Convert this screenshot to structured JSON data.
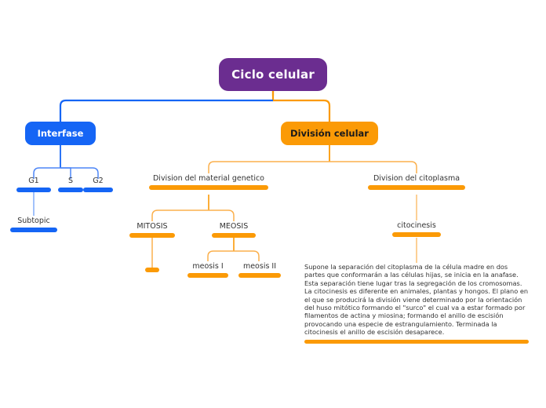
{
  "map": {
    "root": {
      "label": "Ciclo celular",
      "color": "#6b2d90",
      "text_color": "#ffffff"
    },
    "branch_blue": {
      "label": "Interfase",
      "color": "#1565f5",
      "text_color": "#ffffff"
    },
    "branch_orange": {
      "label": "División celular",
      "color": "#fb9a06",
      "text_color": "#1a1a1a"
    },
    "interfase_children": [
      {
        "label": "G1"
      },
      {
        "label": "S"
      },
      {
        "label": "G2"
      }
    ],
    "g1_child": {
      "label": "Subtopic"
    },
    "division_children": [
      {
        "label": "Division del material genetico"
      },
      {
        "label": "Division del citoplasma"
      }
    ],
    "material_children": [
      {
        "label": "MITOSIS"
      },
      {
        "label": "MEOSIS"
      }
    ],
    "mitosis_child": {
      "label": ""
    },
    "meosis_children": [
      {
        "label": "meosis I"
      },
      {
        "label": "meosis II"
      }
    ],
    "citoplasma_child": {
      "label": "citocinesis"
    },
    "note": {
      "text": "Supone la separación del citoplasma de la célula madre en dos partes que conformarán a las células hijas, se inicia en la anafase. Esta separación tiene lugar tras la segregación de los cromosomas. La citocinesis es diferente en animales, plantas y hongos. El plano en el que se producirá la división viene determinado por la orientación del huso mitótico formando el \"surco\" el cual va a estar formado por filamentos de actina y miosina; formando el anillo de escisión provocando una especie de estrangulamiento. Terminada la citocinesis el anillo de escisión desaparece."
    }
  }
}
